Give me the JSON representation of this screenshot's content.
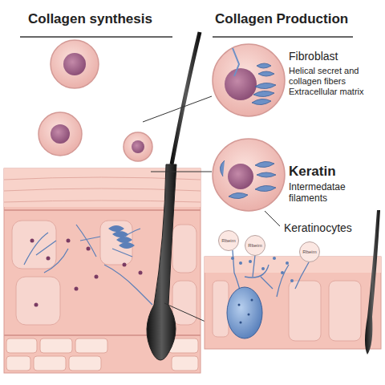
{
  "diagram": {
    "title": "Collagen synthesis",
    "nodes": [
      {
        "text": [
          "Rbeim"
        ]
      },
      {
        "text": [
          "Rbeim"
        ]
      },
      {
        "text": [
          "Rbeim"
        ]
      }
    ],
    "labels": [
      "Collagen Production",
      "Fibroblast",
      "Helical secret and collagen fibers Extracellular matrix",
      "Keratin",
      "Intermedatae filaments",
      "Keratinocytes"
    ]
  }
}
